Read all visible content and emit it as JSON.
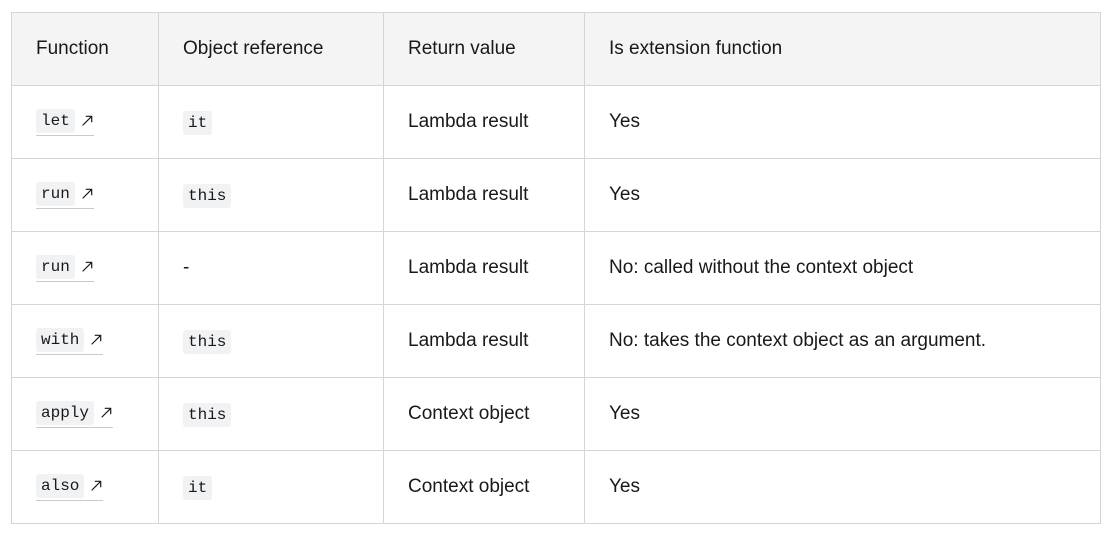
{
  "table": {
    "name": "kotlin-scope-functions-comparison",
    "headers": [
      "Function",
      "Object reference",
      "Return value",
      "Is extension function"
    ],
    "rows": [
      {
        "function": "let",
        "function_link_icon": "external-link-arrow-icon",
        "object_reference": "it",
        "object_reference_is_code": true,
        "return_value": "Lambda result",
        "is_extension_function": "Yes"
      },
      {
        "function": "run",
        "function_link_icon": "external-link-arrow-icon",
        "object_reference": "this",
        "object_reference_is_code": true,
        "return_value": "Lambda result",
        "is_extension_function": "Yes"
      },
      {
        "function": "run",
        "function_link_icon": "external-link-arrow-icon",
        "object_reference": "-",
        "object_reference_is_code": false,
        "return_value": "Lambda result",
        "is_extension_function": "No: called without the context object"
      },
      {
        "function": "with",
        "function_link_icon": "external-link-arrow-icon",
        "object_reference": "this",
        "object_reference_is_code": true,
        "return_value": "Lambda result",
        "is_extension_function": "No: takes the context object as an argument."
      },
      {
        "function": "apply",
        "function_link_icon": "external-link-arrow-icon",
        "object_reference": "this",
        "object_reference_is_code": true,
        "return_value": "Context object",
        "is_extension_function": "Yes"
      },
      {
        "function": "also",
        "function_link_icon": "external-link-arrow-icon",
        "object_reference": "it",
        "object_reference_is_code": true,
        "return_value": "Context object",
        "is_extension_function": "Yes"
      }
    ]
  },
  "colors": {
    "page_background": "#ffffff",
    "header_background": "#f4f4f4",
    "border": "#d3d5d8",
    "code_chip_background": "#f1f2f3",
    "text": "#19191c",
    "link_underline": "#c9cbce"
  }
}
